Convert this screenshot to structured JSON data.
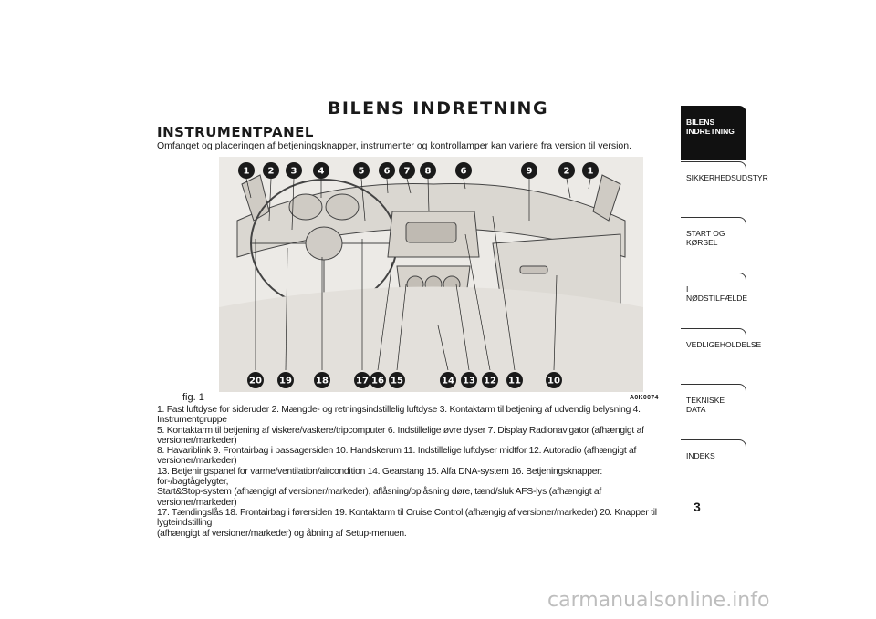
{
  "page": {
    "title": "BILENS INDRETNING",
    "section_title": "INSTRUMENTPANEL",
    "intro": "Omfanget og placeringen af betjeningsknapper, instrumenter og kontrollamper kan variere fra version til version.",
    "figure_label": "fig. 1",
    "figure_code": "A0K0074",
    "page_number": "3",
    "watermark": "carmanualsonline.info"
  },
  "figure": {
    "top_markers": [
      "1",
      "2",
      "3",
      "4",
      "5",
      "6",
      "7",
      "8",
      "6",
      "9",
      "2",
      "1"
    ],
    "bottom_markers": [
      "20",
      "19",
      "18",
      "17",
      "16",
      "15",
      "14",
      "13",
      "12",
      "11",
      "10"
    ]
  },
  "caption": [
    "1. Fast luftdyse for sideruder 2. Mængde- og retningsindstillelig luftdyse 3. Kontaktarm til betjening af udvendig belysning 4. Instrumentgruppe",
    "5. Kontaktarm til betjening af viskere/vaskere/tripcomputer 6. Indstillelige øvre dyser 7. Display Radionavigator (afhængigt af versioner/markeder)",
    "8. Havariblink 9. Frontairbag i passagersiden 10. Handskerum 11. Indstillelige luftdyser midtfor 12. Autoradio (afhængigt af versioner/markeder)",
    "13. Betjeningspanel for varme/ventilation/aircondition 14. Gearstang 15. Alfa DNA-system 16. Betjeningsknapper: for-/bagtågelygter,",
    "Start&Stop-system (afhængigt af versioner/markeder), aflåsning/oplåsning døre, tænd/sluk AFS-lys (afhængigt af versioner/markeder)",
    "17. Tændingslås 18. Frontairbag i førersiden 19. Kontaktarm til Cruise Control (afhængig af versioner/markeder) 20. Knapper til lygteindstilling",
    "(afhængigt af versioner/markeder) og åbning af Setup-menuen."
  ],
  "tabs": [
    {
      "label": "BILENS INDRETNING",
      "active": true
    },
    {
      "label": "SIKKERHEDSUDSTYR",
      "active": false
    },
    {
      "label": "START OG KØRSEL",
      "active": false
    },
    {
      "label": "I NØDSTILFÆLDE",
      "active": false
    },
    {
      "label": "VEDLIGEHOLDELSE",
      "active": false
    },
    {
      "label": "TEKNISKE DATA",
      "active": false
    },
    {
      "label": "INDEKS",
      "active": false
    }
  ]
}
